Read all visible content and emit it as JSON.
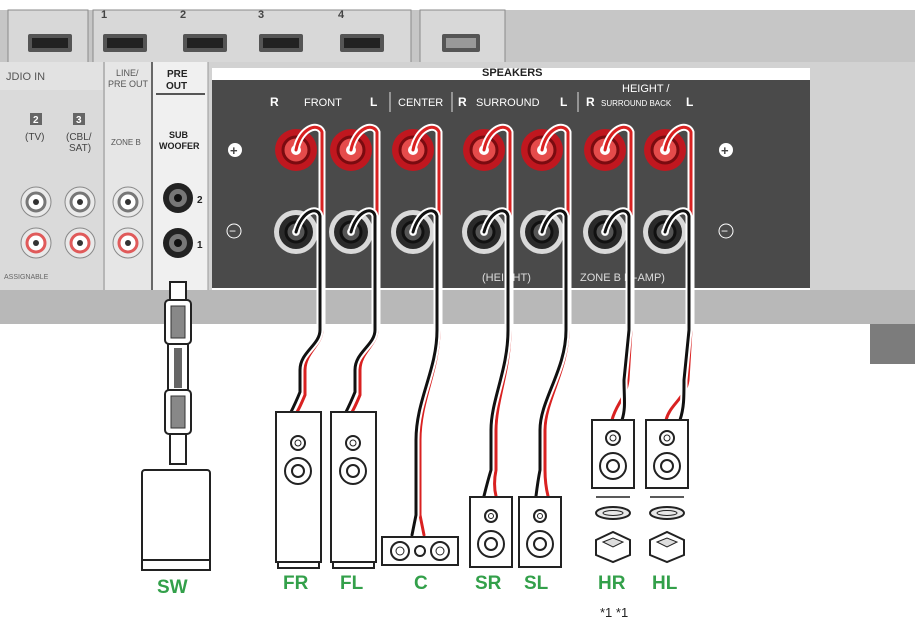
{
  "hdmi": {
    "labels": [
      "1",
      "2",
      "3",
      "4"
    ]
  },
  "audio_in": {
    "title": "JDIO IN",
    "port2_num": "2",
    "port2_label": "(TV)",
    "port3_num": "3",
    "port3_label_a": "(CBL/",
    "port3_label_b": "SAT)",
    "assignable": "ASSIGNABLE"
  },
  "line_pre_out": {
    "title_a": "LINE/",
    "title_b": "PRE OUT",
    "zone": "ZONE B"
  },
  "pre_out": {
    "title_a": "PRE",
    "title_b": "OUT",
    "sub_a": "SUB",
    "sub_b": "WOOFER",
    "port_top": "2",
    "port_bottom": "1"
  },
  "speakers": {
    "title": "SPEAKERS",
    "front": "FRONT",
    "center": "CENTER",
    "surround": "SURROUND",
    "height_a": "HEIGHT /",
    "height_b": "SURROUND BACK",
    "r": "R",
    "l": "L",
    "plus": "+",
    "minus": "−",
    "sub_height": "(HEIGHT)",
    "sub_zone_biamp": "ZONE B  Bi-AMP)"
  },
  "speaker_labels": {
    "sw": "SW",
    "fr": "FR",
    "fl": "FL",
    "c": "C",
    "sr": "SR",
    "sl": "SL",
    "hr": "HR",
    "hl": "HL"
  },
  "footnote": "*1 *1",
  "colors": {
    "panel": "#4a4a4a",
    "chassis": "#c9c9c9",
    "label_green": "#33a04a",
    "cable_red": "#d92121",
    "terminal_red": "#c0171f"
  }
}
